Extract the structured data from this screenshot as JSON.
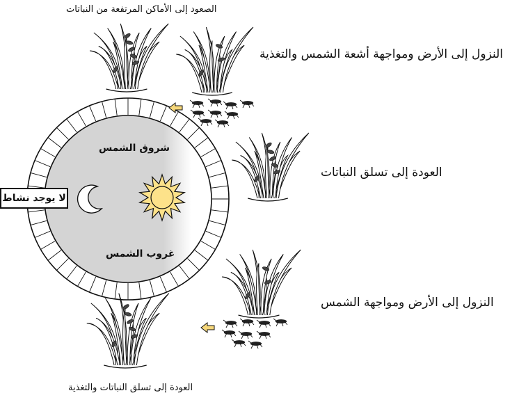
{
  "labels": {
    "top": "الصعود إلى الأماكن المرتفعة من النباتات",
    "step_descend_feed": "النزول إلى الأرض ومواجهة أشعة الشمس والتغذية",
    "step_return_climb": "العودة إلى تسلق النباتات",
    "step_descend_sun": "النزول إلى الأرض ومواجهة الشمس",
    "bottom": "العودة إلى تسلق النباتات والتغذية",
    "sunrise": "شروق الشمس",
    "sunset": "غروب الشمس",
    "no_activity": "لا يوجد نشاط"
  },
  "colors": {
    "night_fill": "#d4d4d4",
    "sun_fill": "#fde28a",
    "arrow_fill": "#f6d77a",
    "stroke": "#111111"
  },
  "icons": {
    "sun": "sun-icon",
    "moon": "crescent-moon-icon",
    "arrow": "left-arrow-icon",
    "plant": "grass-tuft-icon",
    "insect": "locust-icon"
  }
}
